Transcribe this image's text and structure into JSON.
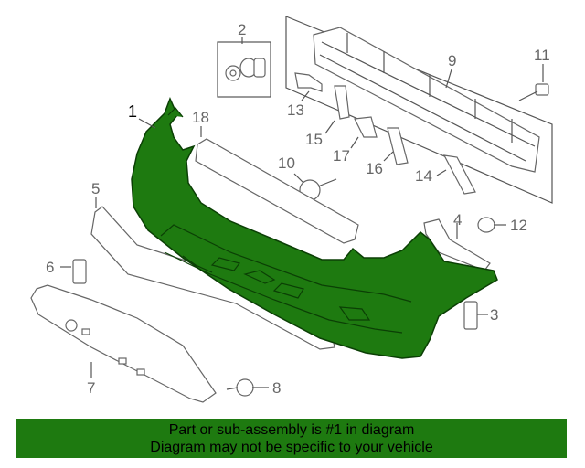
{
  "diagram": {
    "callouts": {
      "c1": "1",
      "c2": "2",
      "c3": "3",
      "c4": "4",
      "c5": "5",
      "c6": "6",
      "c7": "7",
      "c8": "8",
      "c9": "9",
      "c10": "10",
      "c11": "11",
      "c12": "12",
      "c13": "13",
      "c14": "14",
      "c15": "15",
      "c16": "16",
      "c17": "17",
      "c18": "18"
    },
    "highlight_color": "#1e7a10"
  },
  "caption": {
    "line1": "Part or sub-assembly is #1 in diagram",
    "line2": "Diagram may not be specific to your vehicle"
  }
}
